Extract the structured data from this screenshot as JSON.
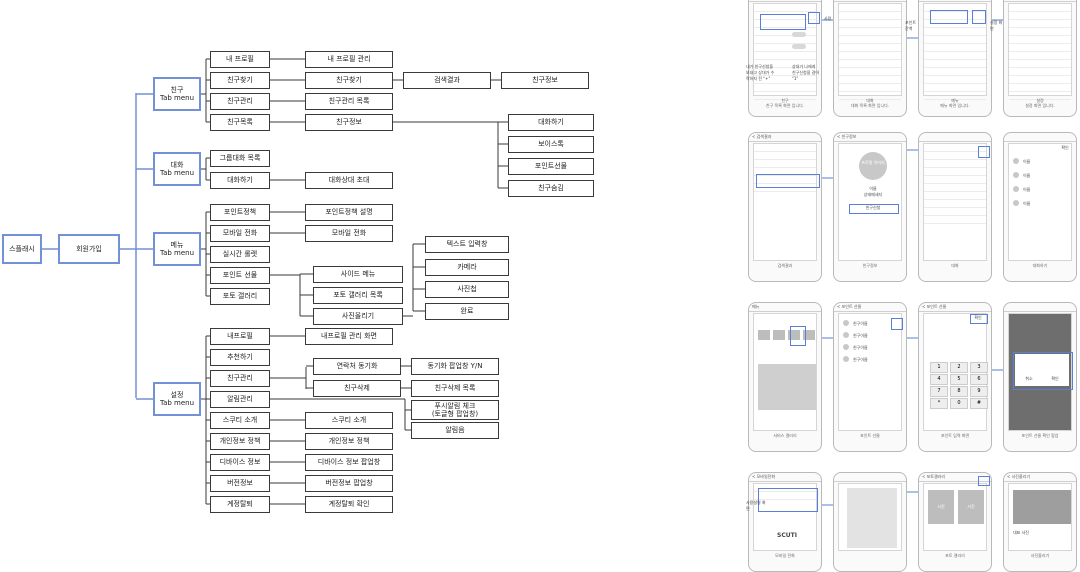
{
  "diagram": {
    "root": "스플래시",
    "signup": "회원가입",
    "tabs": [
      {
        "label": "친구\nTab menu"
      },
      {
        "label": "대화\nTab menu"
      },
      {
        "label": "메뉴\nTab menu"
      },
      {
        "label": "설정\nTab menu"
      }
    ],
    "friends": {
      "col1": [
        "내 프로필",
        "친구찾기",
        "친구관리",
        "친구목록"
      ],
      "col2": [
        "내 프로필 관리",
        "친구찾기",
        "친구관리 목록",
        "친구정보"
      ],
      "search_result": "검색결과",
      "friend_info": "친구정보",
      "actions": [
        "대화하기",
        "보이스톡",
        "포인트선물",
        "친구숨김"
      ]
    },
    "chat": {
      "col1": [
        "그룹대화 목록",
        "대화하기"
      ],
      "invite": "대화상대 초대"
    },
    "menu": {
      "col1": [
        "포인트정책",
        "모바일 전화",
        "실시간 롤렛",
        "포인트 선물",
        "포토 갤러리"
      ],
      "col2": [
        "포인트정책 설명",
        "모바일 전화"
      ],
      "sub": [
        "사이드 메뉴",
        "포토 갤러리 목록",
        "사진올리기"
      ],
      "upload": [
        "텍스트 입력창",
        "카메라",
        "사진첩",
        "완료"
      ]
    },
    "settings": {
      "col1": [
        "내프로필",
        "추천하기",
        "친구관리",
        "알림관리",
        "스쿠티 소개",
        "개인정보 정책",
        "디바이스 정보",
        "버전정보",
        "계정탈퇴"
      ],
      "col2": [
        "내프로필 관리 화면",
        "스쿠티 소개",
        "개인정보 정책",
        "디바이스 정보 팝업창",
        "버전정보 팝업창",
        "계정탈퇴 확인"
      ],
      "friend_mgmt": [
        "연락처 동기화",
        "친구삭제"
      ],
      "sync_popup": "동기화 팝업창 Y/N",
      "delete_list": "친구삭제 목록",
      "push_popup": "푸시알림 체크\n(토글형 팝업창)",
      "sound": "알림음"
    }
  },
  "wireframes": {
    "row1": [
      {
        "title": "",
        "caption": "친구\n친구 목록 화면 입니다."
      },
      {
        "title": "",
        "caption": "대화\n대화 목록 화면 입니다."
      },
      {
        "title": "",
        "caption": "메뉴\n메뉴 화면 입니다."
      },
      {
        "title": "",
        "caption": "설정\n설정 화면 입니다."
      }
    ],
    "row1_notes": [
      "내가 친구신청을 보내고 상대가 수락하지 전 \"+\"",
      "상대가 나에게 친구신청을 걸어 \"1\"",
      "사람",
      "포인트 잔액",
      "설정 화면"
    ],
    "row2": [
      {
        "title": "< 검색결과",
        "caption": "검색결과"
      },
      {
        "title": "< 친구정보",
        "caption": "친구정보"
      },
      {
        "title": "",
        "caption": "대화"
      },
      {
        "title": "",
        "caption": "대화하기"
      }
    ],
    "row2_text": {
      "profile": "프로필 이미지",
      "name": "이름\n상태메세지",
      "btn": "친구신청",
      "confirm": "확인",
      "checklist": [
        "이름",
        "이름",
        "이름",
        "이름"
      ]
    },
    "row3": [
      {
        "title": "메뉴",
        "caption": "서비스 갤러리"
      },
      {
        "title": "< 포인트 선물",
        "caption": "포인트 선물"
      },
      {
        "title": "< 포인트 선물",
        "caption": "포인트 입력 화면"
      },
      {
        "title": "",
        "caption": "포인트 선물 확인 팝업"
      }
    ],
    "row3_text": {
      "friends": [
        "친구이름",
        "친구이름",
        "친구이름",
        "친구이름"
      ],
      "keys": [
        "1",
        "2",
        "3",
        "4",
        "5",
        "6",
        "7",
        "8",
        "9",
        "*",
        "0",
        "#"
      ],
      "confirm": "확인",
      "cancel": "취소",
      "ok": "확인"
    },
    "row4": [
      {
        "title": "< 모바일전화",
        "caption": "모바일 전화"
      },
      {
        "title": "",
        "caption": ""
      },
      {
        "title": "< 포토갤러리",
        "caption": "포토 갤러리"
      },
      {
        "title": "< 사진올리기",
        "caption": "사진올리기"
      }
    ],
    "row4_text": {
      "brand": "SCUTI",
      "photo": "사진",
      "tag": "대표 사진",
      "note": "사용설명 화면"
    }
  },
  "colors": {
    "accent": "#7391d6",
    "line": "#3a3a3a",
    "wire": "#b9b9b9"
  }
}
